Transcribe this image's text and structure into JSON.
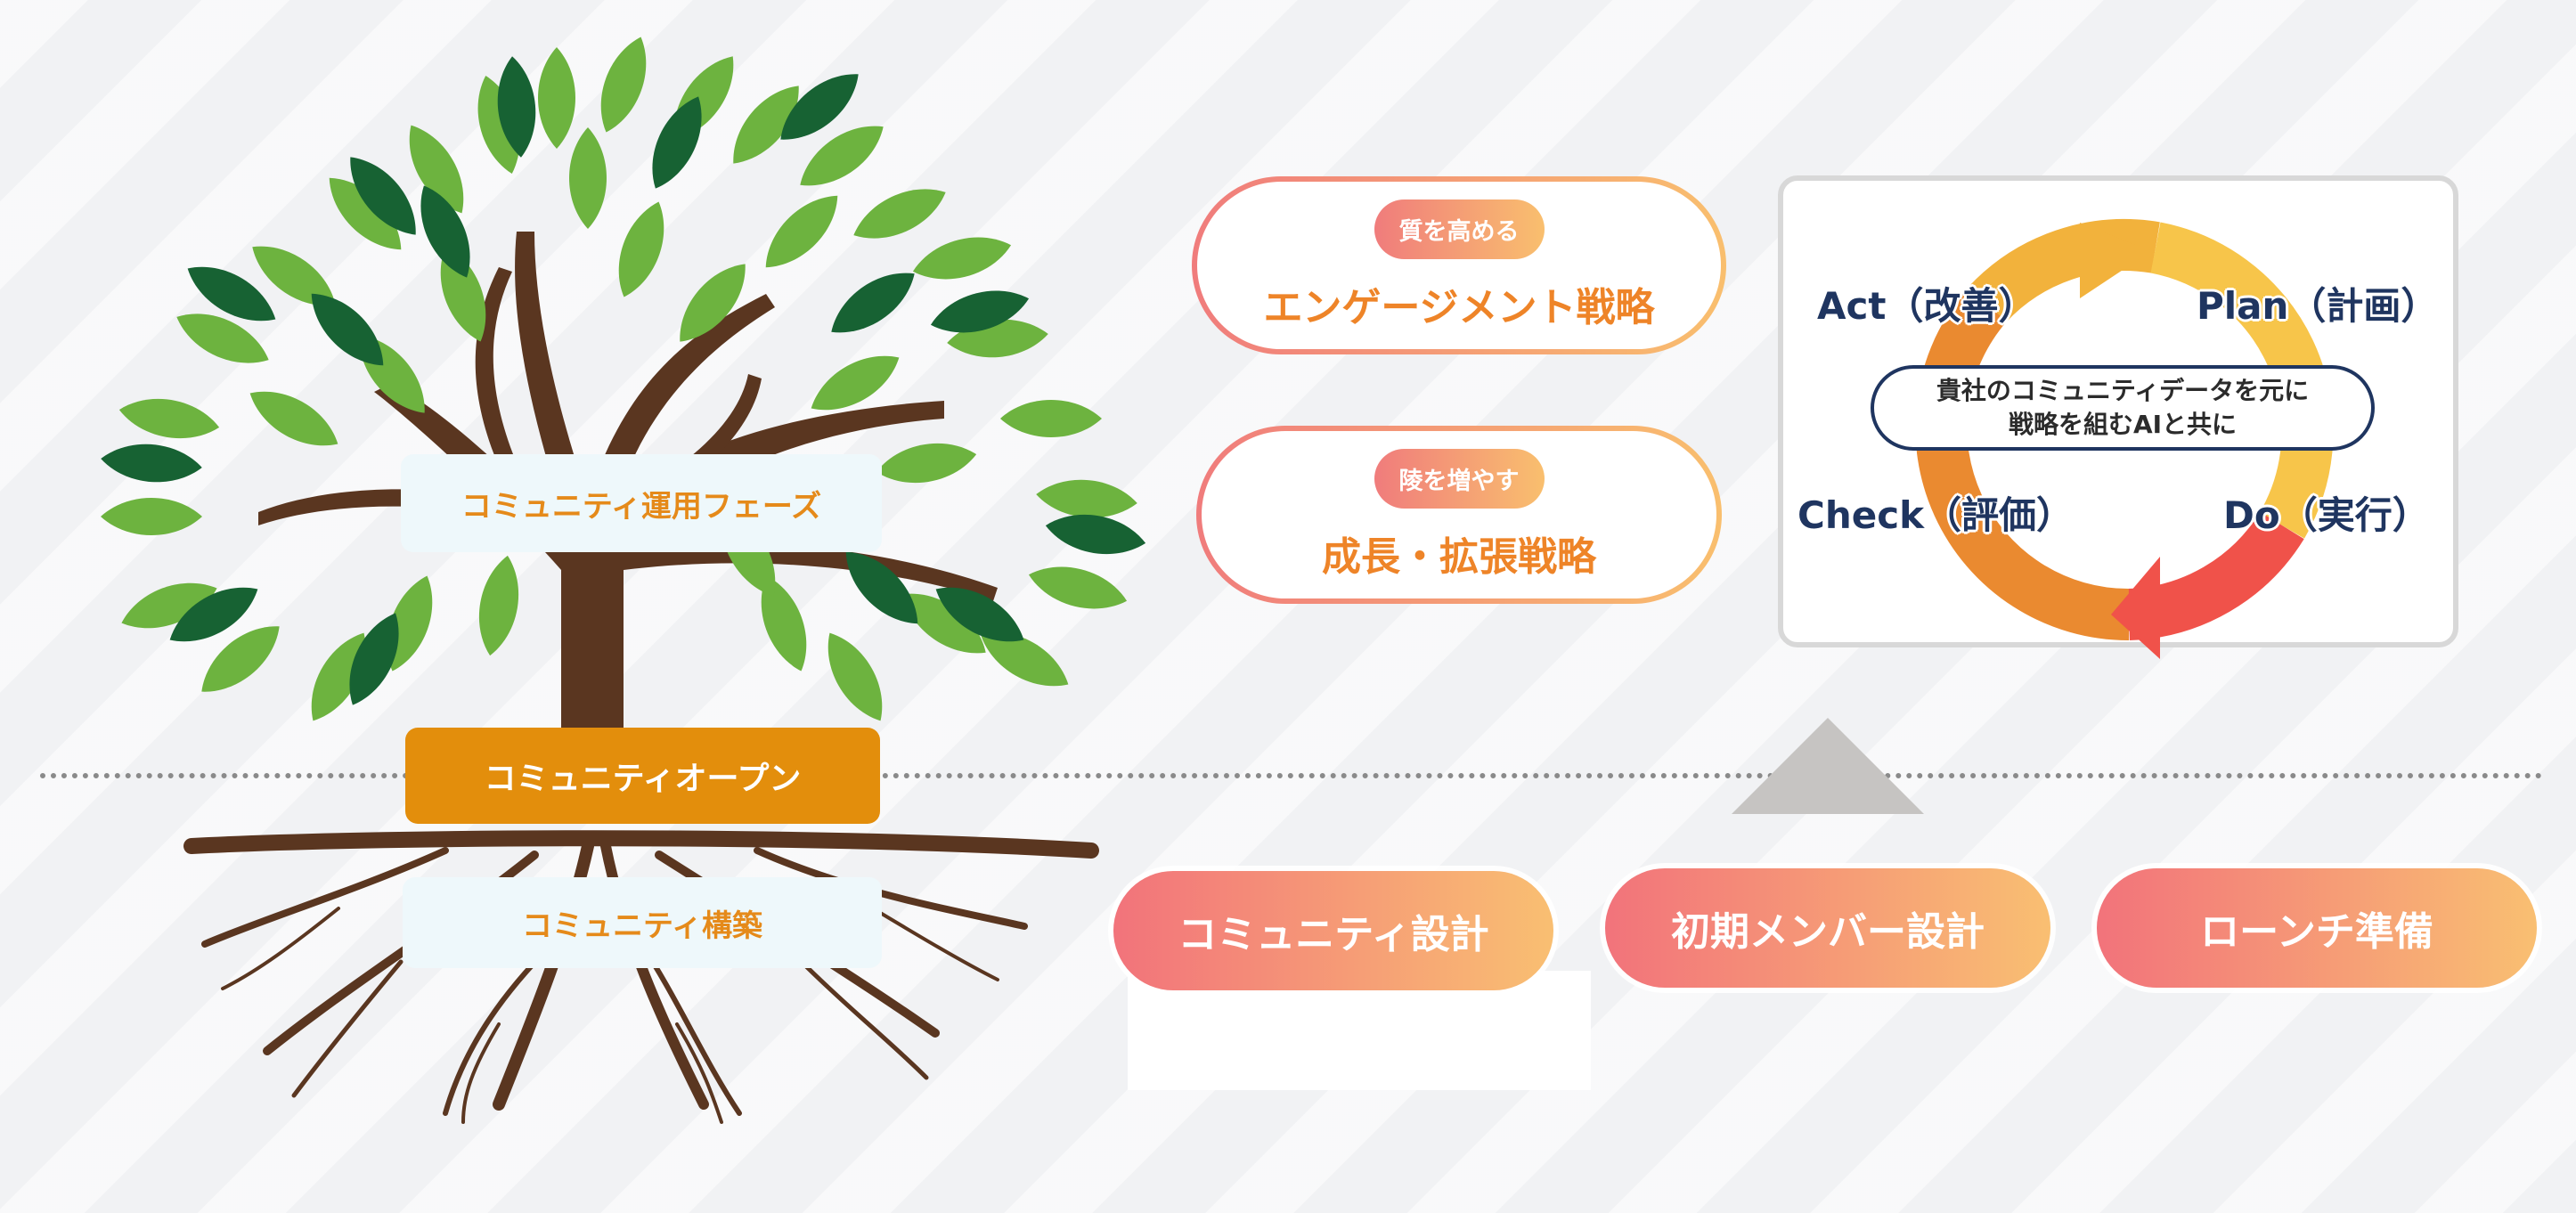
{
  "tree": {
    "phase_label": "コミュニティ運用フェーズ",
    "open_label": "コミュニティオープン",
    "build_label": "コミュニティ構築"
  },
  "strategies": [
    {
      "tag": "質を高める",
      "title": "エンゲージメント戦略"
    },
    {
      "tag": "陵を増やす",
      "title": "成長・拡張戦略"
    }
  ],
  "pdca": {
    "act": "Act（改善）",
    "plan": "Plan（計画）",
    "check": "Check（評価）",
    "do": "Do（実行）",
    "center_line1": "貴社のコミュニティデータを元に",
    "center_line2": "戦略を組むAIと共に"
  },
  "steps": [
    {
      "label": "コミュニティ設計"
    },
    {
      "label": "初期メンバー設計"
    },
    {
      "label": "ローンチ準備"
    }
  ],
  "colors": {
    "trunk": "#5a3620",
    "leaf_light": "#6db33f",
    "leaf_dark": "#176233",
    "accent_orange": "#e38e0c",
    "gradient_start": "#f2737b",
    "gradient_end": "#f9bf72",
    "pdca_text": "#1f3560"
  }
}
